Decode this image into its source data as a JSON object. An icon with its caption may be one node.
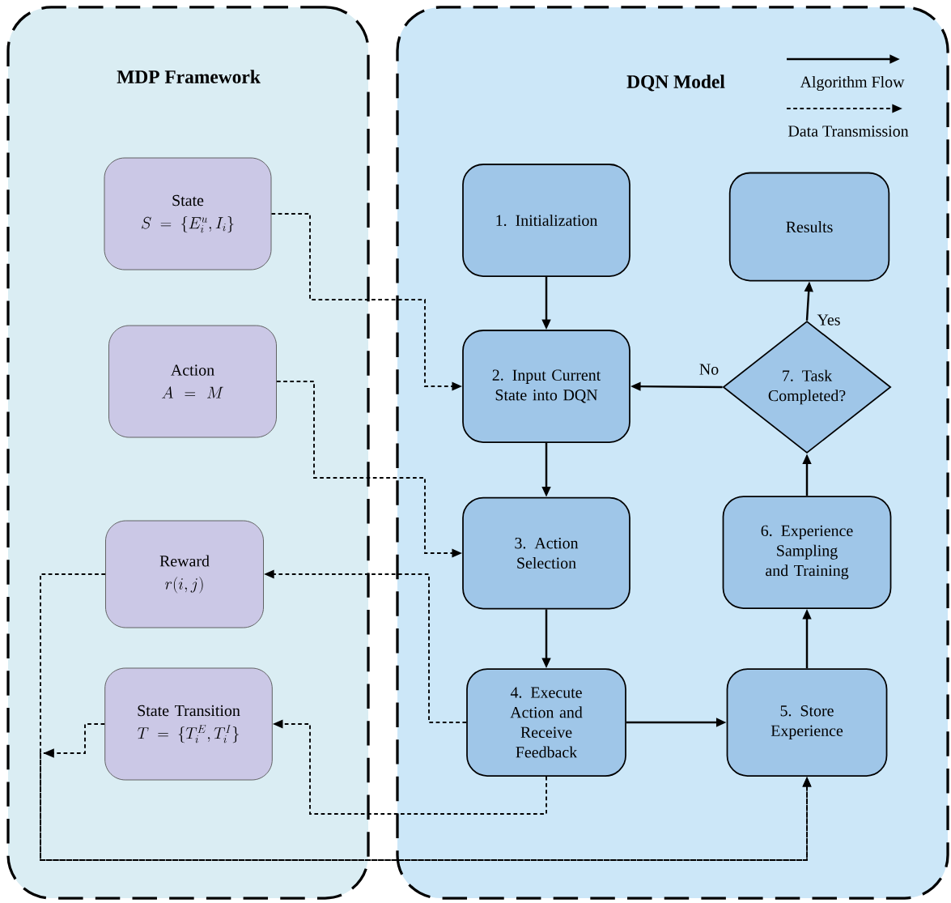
{
  "diagram": {
    "nodes": [
      {
        "text": [
          "MDP Framework"
        ]
      },
      {
        "text": [
          "DQN Model"
        ]
      },
      {
        "text": [
          "State",
          "S=\\{E_i^u, I_i\\}"
        ],
        "in": 0
      },
      {
        "text": [
          "Action",
          "A=M"
        ],
        "in": 0
      },
      {
        "text": [
          "Reward",
          "r(i, j)"
        ],
        "in": 0
      },
      {
        "text": [
          "State Transition",
          "T=\\{T_i^E, T_i^I\\}"
        ],
        "in": 0
      },
      {
        "text": [
          "1. Initialization"
        ],
        "in": 1
      },
      {
        "text": [
          "2. Input Current State into DQN"
        ],
        "in": 1
      },
      {
        "text": [
          "3. Action Selection"
        ],
        "in": 1
      },
      {
        "text": [
          "4. Execute Action and Receive Feedback"
        ],
        "in": 1
      },
      {
        "text": [
          "5. Store Experience"
        ],
        "in": 1
      },
      {
        "text": [
          "6. Experience Sampling and Training"
        ],
        "in": 1
      },
      {
        "text": [
          "7. Task Completed?"
        ],
        "in": 1
      },
      {
        "text": [
          "Results"
        ],
        "in": 1
      }
    ],
    "edges": [
      {
        "from": 6,
        "to": 7,
        "arrow": "to"
      },
      {
        "from": 7,
        "to": 8,
        "arrow": "to"
      },
      {
        "from": 8,
        "to": 9,
        "arrow": "to"
      },
      {
        "from": 9,
        "to": 10,
        "arrow": "to"
      },
      {
        "from": 10,
        "to": 11,
        "arrow": "to"
      },
      {
        "from": 11,
        "to": 12,
        "arrow": "to"
      },
      {
        "from": 12,
        "to": 13,
        "arrow": "to",
        "label": "Yes"
      },
      {
        "from": 12,
        "to": 7,
        "arrow": "to",
        "label": "No"
      },
      {
        "from": 2,
        "to": 7,
        "arrow": "to",
        "style": "dashed"
      },
      {
        "from": 3,
        "to": 8,
        "arrow": "to",
        "style": "dashed"
      },
      {
        "from": 9,
        "to": 4,
        "arrow": "to",
        "style": "dashed"
      },
      {
        "from": 9,
        "to": 5,
        "arrow": "to",
        "style": "dashed"
      },
      {
        "from": 4,
        "to": 10,
        "arrow": "to",
        "style": "dashed"
      },
      {
        "from": 5,
        "to": 10,
        "arrow": "to",
        "style": "dashed"
      }
    ],
    "legend": [
      {
        "text": "Algorithm Flow"
      },
      {
        "text": "Data Transmission"
      }
    ]
  }
}
